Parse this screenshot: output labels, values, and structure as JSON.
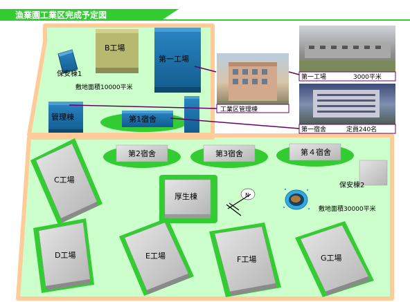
{
  "title": "漁業園工業区完成予定図",
  "area_labels": {
    "upper_area": "敷地面積10000平米",
    "lower_area": "敷地面積30000平米"
  },
  "buildings": {
    "security_1": "保安棟1",
    "factory_b": "B工場",
    "factory_1": "第一工場",
    "management": "管理棟",
    "dorm_1": "第1宿舍",
    "dorm_2": "第2宿舍",
    "dorm_3": "第3宿舍",
    "dorm_4": "第４宿舍",
    "welfare": "厚生棟",
    "security_2": "保安棟2",
    "factory_c": "C工場",
    "factory_d": "D工場",
    "factory_e": "E工場",
    "factory_f": "F工場",
    "factory_g": "G工場"
  },
  "photos": {
    "management_caption": "工業区管理棟",
    "factory1_caption_name": "第一工場",
    "factory1_caption_area": "3000平米",
    "dorm1_caption_name": "第一宿舍",
    "dorm1_caption_capacity": "定員240名"
  },
  "compass_label": "N",
  "colors": {
    "ground": "#ccffcc",
    "border": "#ffcc99",
    "header_bar": "#33cc33",
    "grass_oval": "#33cc33",
    "factory_blue": "#1a6fa8",
    "factory_tan": "#b8b870",
    "gray_building": "#c8c8c8",
    "leader_line": "#660066"
  }
}
